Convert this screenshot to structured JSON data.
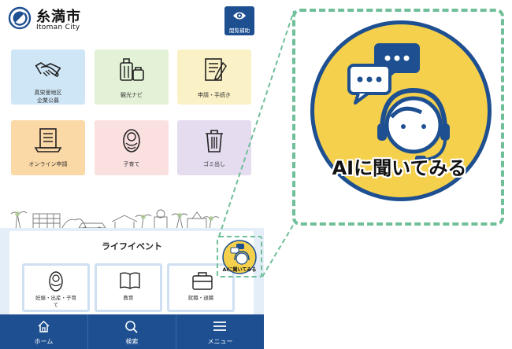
{
  "header": {
    "city_name": "糸満市",
    "city_name_en": "Itoman City",
    "accessibility_label": "閲覧補助"
  },
  "tiles": [
    {
      "label_line1": "真栄里地区",
      "label_line2": "企業公募",
      "color": "#cfe6f7",
      "icon": "handshake-icon"
    },
    {
      "label_line1": "観光ナビ",
      "label_line2": "",
      "color": "#e3f1d6",
      "icon": "suitcase-icon"
    },
    {
      "label_line1": "申請・手続き",
      "label_line2": "",
      "color": "#fbf1c6",
      "icon": "document-pen-icon"
    },
    {
      "label_line1": "オンライン申請",
      "label_line2": "",
      "color": "#fbd9a6",
      "icon": "online-form-icon"
    },
    {
      "label_line1": "子育て",
      "label_line2": "",
      "color": "#fbe0e0",
      "icon": "baby-icon"
    },
    {
      "label_line1": "ゴミ出し",
      "label_line2": "",
      "color": "#e5dcf0",
      "icon": "trash-icon"
    }
  ],
  "life_event": {
    "title": "ライフイベント",
    "cards": [
      {
        "label_line1": "妊娠・出産・子育",
        "label_line2": "て",
        "icon": "baby-icon"
      },
      {
        "label_line1": "教育",
        "label_line2": "",
        "icon": "book-icon"
      },
      {
        "label_line1": "就職・退職",
        "label_line2": "",
        "icon": "briefcase-icon"
      }
    ]
  },
  "ai_button": {
    "label": "AIに聞いてみる",
    "callout_label": "AIに聞いてみる"
  },
  "bottom_nav": [
    {
      "label": "ホーム",
      "icon": "home-icon"
    },
    {
      "label": "検索",
      "icon": "search-icon"
    },
    {
      "label": "メニュー",
      "icon": "hamburger-menu-icon"
    }
  ],
  "colors": {
    "brand_blue": "#1d4f91",
    "callout_green": "#6fbf98",
    "ai_yellow": "#f5d04c"
  }
}
